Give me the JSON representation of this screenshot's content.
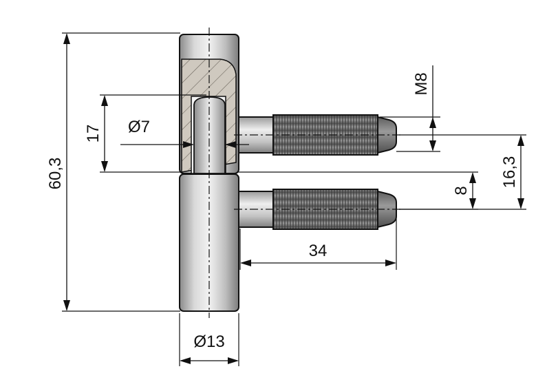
{
  "drawing": {
    "dimensions": {
      "total_height": "60,3",
      "pin_spacing_upper": "17",
      "pin_diameter": "Ø7",
      "thread_size": "M8",
      "offset_upper": "16,3",
      "offset_lower": "8",
      "bolt_length": "34",
      "barrel_diameter": "Ø13"
    },
    "colors": {
      "line": "#111111",
      "metal_light": "#e8e8e8",
      "metal_mid": "#b8b8b8",
      "metal_dark": "#7a7a7a",
      "thread": "#6e6e6e",
      "section": "#c9c3b8"
    }
  }
}
